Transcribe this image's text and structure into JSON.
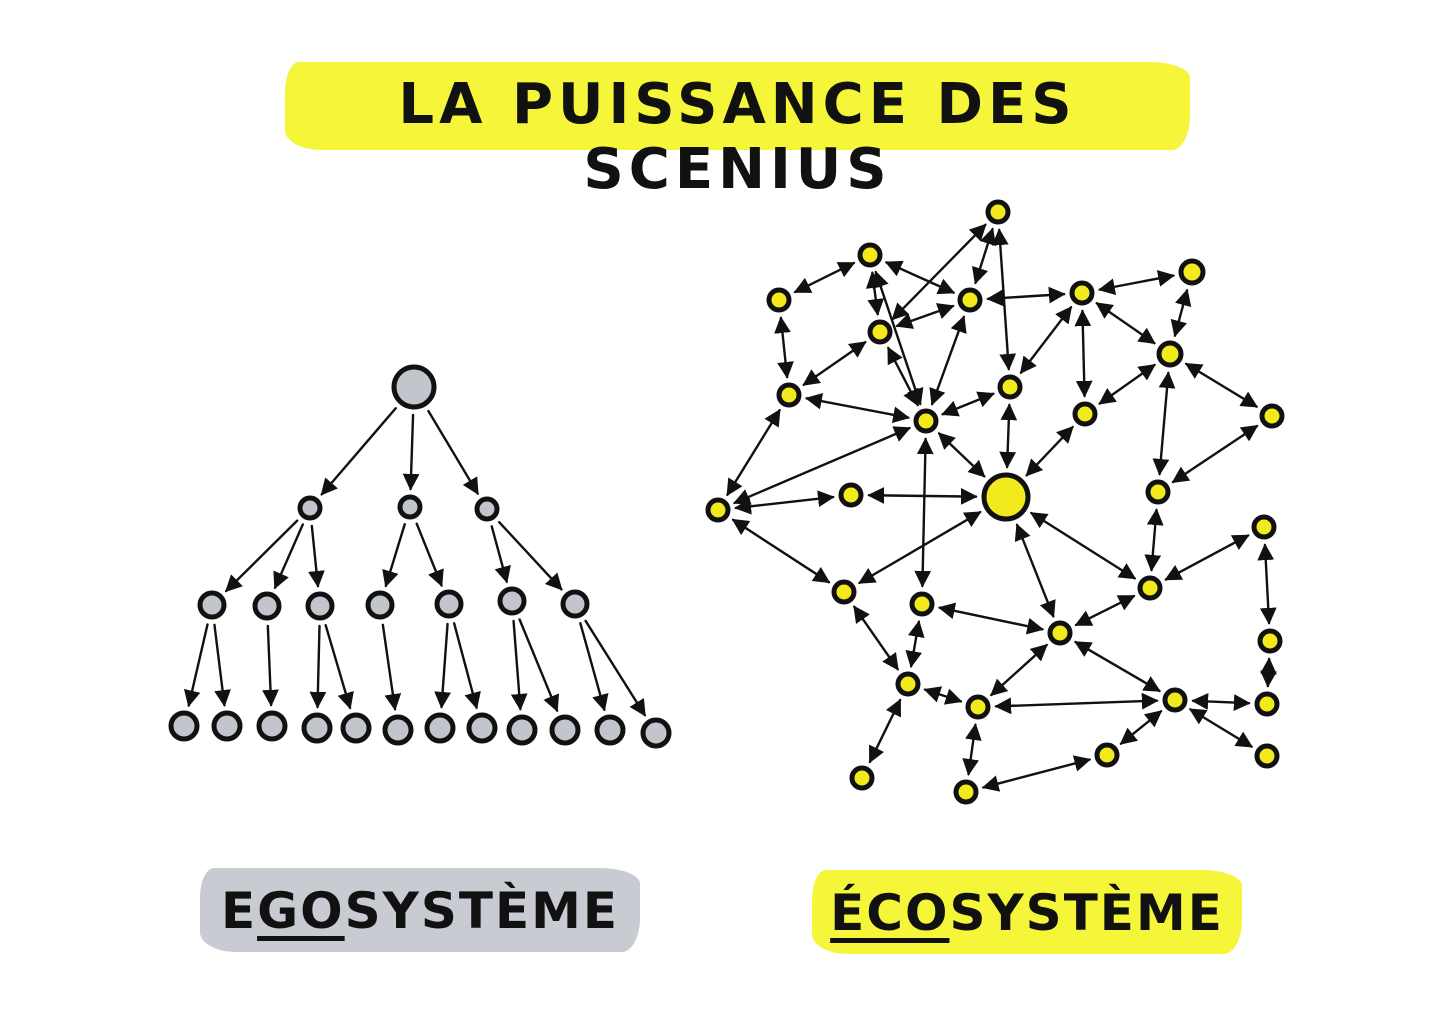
{
  "title": "LA PUISSANCE DES SCENIUS",
  "labels": {
    "ego": {
      "pre": "E",
      "ul": "GO",
      "post": "SYSTÈME"
    },
    "eco": {
      "pre": "",
      "ul": "ÉCO",
      "post": "SYSTÈME"
    }
  },
  "colors": {
    "highlight_yellow": "#f5f53a",
    "highlight_gray": "#c9cbd3",
    "node_gray": "#c3c5cc",
    "node_yellow": "#f2ea1c",
    "ink": "#111111"
  }
}
